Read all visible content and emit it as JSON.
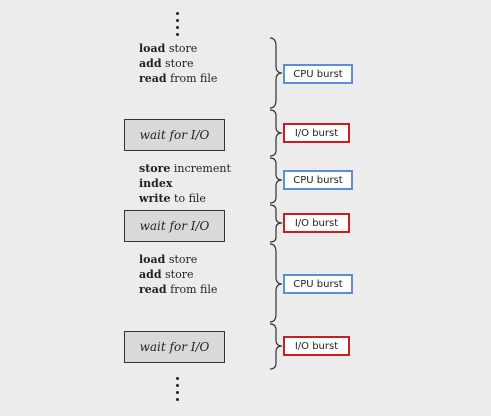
{
  "ellipsis": "⋮",
  "segments": [
    {
      "type": "cpu",
      "lines": [
        {
          "kw": "load",
          "rest": " store"
        },
        {
          "kw": "add",
          "rest": " store"
        },
        {
          "kw": "read",
          "rest": " from file"
        }
      ],
      "burst": "CPU burst"
    },
    {
      "type": "io",
      "wait": "wait for I/O",
      "burst": "I/O burst"
    },
    {
      "type": "cpu",
      "lines": [
        {
          "kw": "store",
          "rest": " increment"
        },
        {
          "kw": "index",
          "rest": ""
        },
        {
          "kw": "write",
          "rest": " to file"
        }
      ],
      "burst": "CPU burst"
    },
    {
      "type": "io",
      "wait": "wait for I/O",
      "burst": "I/O burst"
    },
    {
      "type": "cpu",
      "lines": [
        {
          "kw": "load",
          "rest": " store"
        },
        {
          "kw": "add",
          "rest": " store"
        },
        {
          "kw": "read",
          "rest": " from file"
        }
      ],
      "burst": "CPU burst"
    },
    {
      "type": "io",
      "wait": "wait for I/O",
      "burst": "I/O burst"
    }
  ],
  "colors": {
    "cpu_border": "#5b8fd6",
    "io_border": "#cc1e1e",
    "wait_fill": "#d9d9d9"
  }
}
